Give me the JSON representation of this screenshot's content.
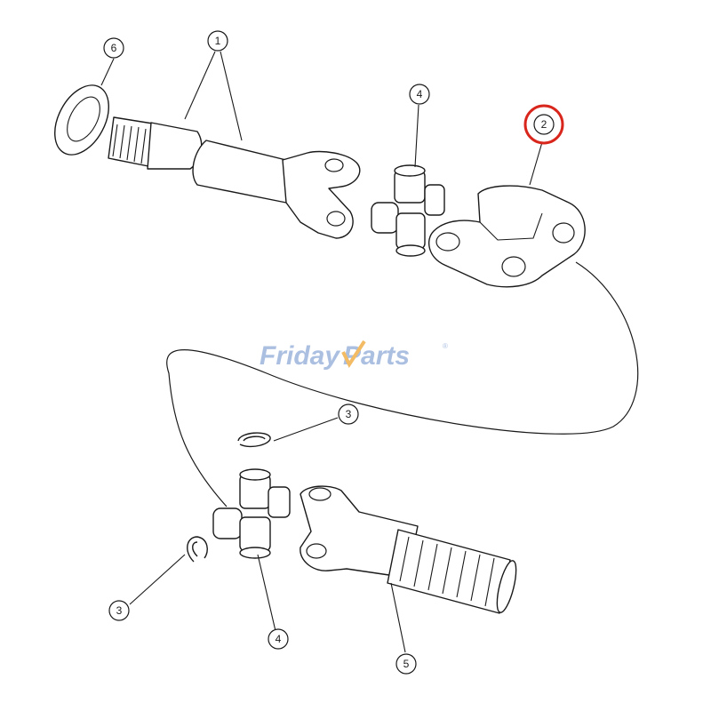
{
  "diagram": {
    "callouts": [
      {
        "id": "c6",
        "label": "6"
      },
      {
        "id": "c1",
        "label": "1"
      },
      {
        "id": "c4a",
        "label": "4"
      },
      {
        "id": "c2",
        "label": "2",
        "highlighted": true
      },
      {
        "id": "c3a",
        "label": "3"
      },
      {
        "id": "c3b",
        "label": "3"
      },
      {
        "id": "c4b",
        "label": "4"
      },
      {
        "id": "c5",
        "label": "5"
      }
    ],
    "highlight_color": "#d9261c"
  },
  "watermark": {
    "text_part1": "Friday",
    "text_part2": "Parts",
    "registered": "®",
    "color_main": "#9db4dc",
    "color_accent": "#f0b04a"
  }
}
